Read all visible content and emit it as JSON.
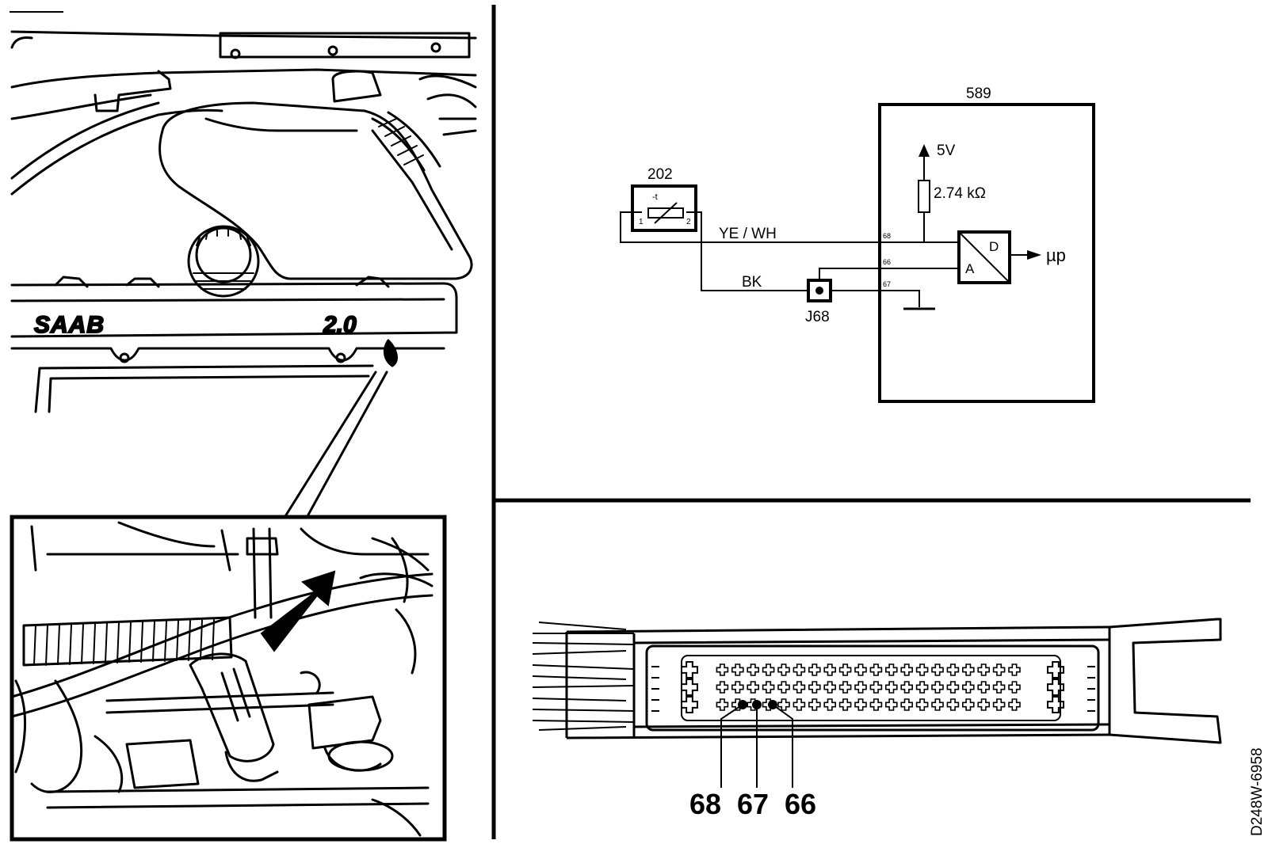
{
  "illustration": {
    "brand_badge": "SAAB",
    "engine_badge": "2.0"
  },
  "schematic": {
    "sensor": {
      "id": "202",
      "pin_1": "1",
      "pin_2": "2",
      "symbol": "-t"
    },
    "ecu": {
      "id": "589",
      "supply": "5V",
      "resistor": "2.74 kΩ",
      "adc_d": "D",
      "adc_a": "A",
      "output": "µp",
      "pin_68": "68",
      "pin_66": "66",
      "pin_67": "67"
    },
    "wire_signal": "YE / WH",
    "wire_ground": "BK",
    "junction": "J68"
  },
  "connector": {
    "pins": [
      "68",
      "67",
      "66"
    ]
  },
  "figure_code": "D248W-6958"
}
